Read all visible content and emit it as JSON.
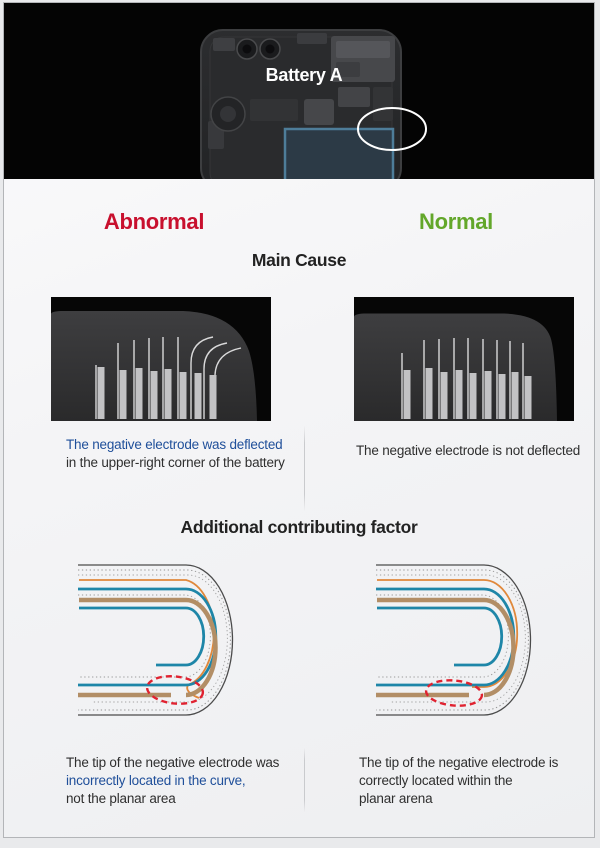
{
  "header": {
    "battery_label": "Battery A"
  },
  "columns": {
    "abnormal_label": "Abnormal",
    "normal_label": "Normal"
  },
  "main_cause": {
    "title": "Main Cause",
    "abnormal": {
      "line1": "The negative electrode was deflected",
      "line2": "in the upper-right corner of the battery"
    },
    "normal": {
      "line1": "The negative electrode is not deflected"
    }
  },
  "additional_factor": {
    "title": "Additional contributing factor",
    "abnormal": {
      "line1": "The tip of the negative electrode was",
      "line2": "incorrectly located in the curve,",
      "line3": "not the planar area"
    },
    "normal": {
      "line1": "The tip of the negative electrode is",
      "line2": "correctly located within the",
      "line3": "planar arena"
    }
  },
  "icons": {
    "highlight_ellipse": "white-ellipse-highlight-icon",
    "defect_ellipse": "red-dashed-ellipse-icon"
  },
  "colors": {
    "abnormal_red": "#c8102e",
    "normal_green": "#63a72a",
    "highlight_blue": "#1f4f9a",
    "electrode_teal": "#1e86a8",
    "electrode_orange": "#e0883b",
    "electrode_tan": "#b28e66",
    "defect_red": "#e02230",
    "battery_outline_teal": "#4e7d99",
    "hero_black": "#040404"
  }
}
